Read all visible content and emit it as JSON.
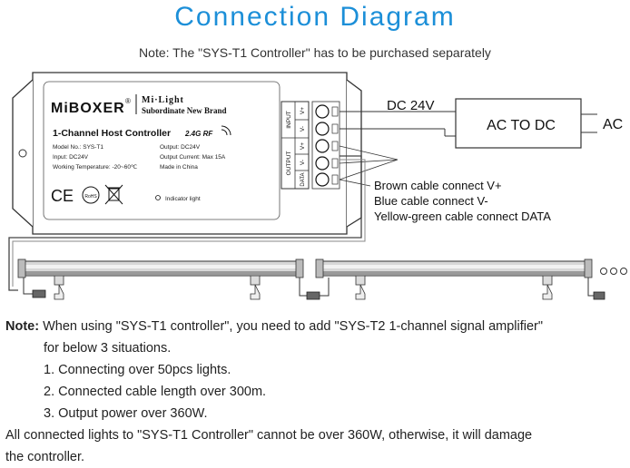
{
  "title": "Connection Diagram",
  "subtitle": "Note: The \"SYS-T1 Controller\" has to be purchased separately",
  "controller": {
    "brand": "MiBOXER",
    "brand_mark": "®",
    "milight": "Mi·Light",
    "sub_brand": "Subordinate New Brand",
    "name": "1-Channel Host Controller",
    "rf": "2.4G RF",
    "specs_left": [
      "Model No.: SYS-T1",
      "Input: DC24V",
      "Working Temperature: -20~60℃"
    ],
    "specs_right": [
      "Output: DC24V",
      "Output Current: Max 15A",
      "Made in China"
    ],
    "indicator": "Indicator light",
    "cert": [
      "CE",
      "RoHS"
    ],
    "input_label": "INPUT",
    "output_label": "OUTPUT",
    "terminals": [
      "V+",
      "V-",
      "V+",
      "V-",
      "DATA"
    ]
  },
  "power": {
    "dc_label": "DC 24V",
    "box_label": "AC TO DC",
    "ac_label": "AC",
    "plus": "+",
    "minus": "−"
  },
  "cable_notes": [
    "Brown cable connect V+",
    "Blue cable connect V-",
    "Yellow-green cable connect DATA"
  ],
  "notes": {
    "label": "Note:",
    "intro": " When using \"SYS-T1 controller\", you need to add \"SYS-T2 1-channel signal amplifier\"",
    "intro2": "for below 3 situations.",
    "items": [
      "1. Connecting over 50pcs lights.",
      "2. Connected cable length over 300m.",
      "3. Output power over 360W."
    ],
    "footer1": "All connected lights to \"SYS-T1 Controller\" cannot be over 360W, otherwise, it will damage",
    "footer2": "the controller."
  },
  "colors": {
    "title": "#1c8fd8",
    "line": "#333333"
  }
}
